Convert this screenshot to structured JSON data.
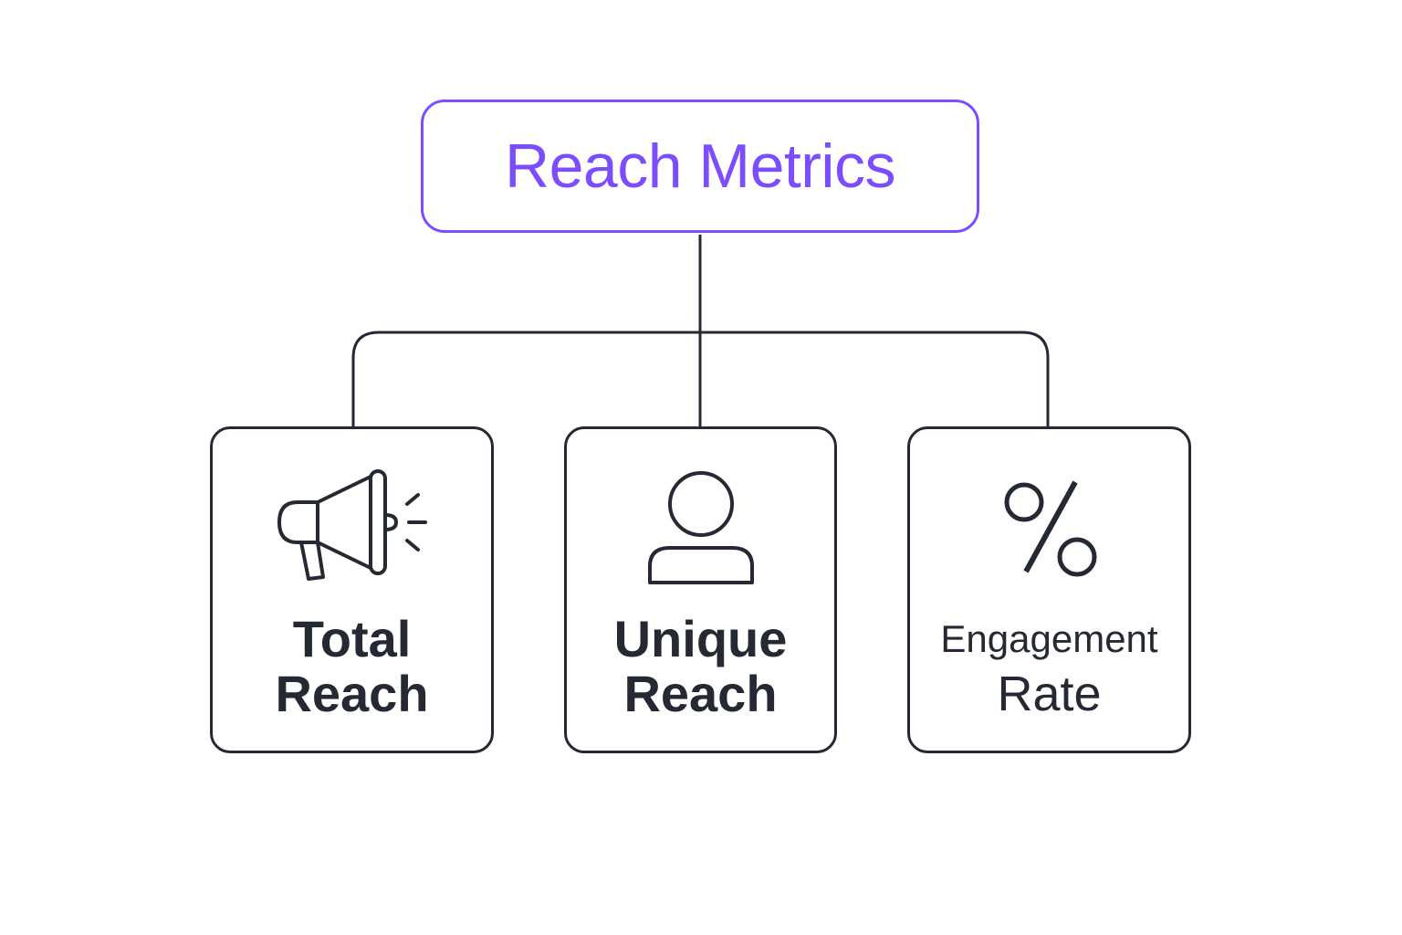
{
  "diagram": {
    "root": {
      "label": "Reach Metrics"
    },
    "children": [
      {
        "label_line1": "Total",
        "label_line2": "Reach",
        "icon": "megaphone-icon"
      },
      {
        "label_line1": "Unique",
        "label_line2": "Reach",
        "icon": "user-icon"
      },
      {
        "label_line1": "Engagement",
        "label_line2": "Rate",
        "icon": "percent-icon"
      }
    ]
  },
  "colors": {
    "accent": "#7c4dff",
    "stroke": "#252933",
    "background": "#ffffff"
  }
}
